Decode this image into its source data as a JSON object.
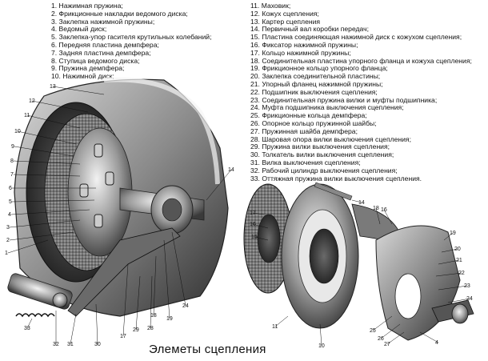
{
  "legend_left": [
    "1. Нажимная пружина;",
    "2. Фрикционные накладки ведомого диска;",
    "3. Заклепка нажимной пружины;",
    "4. Ведомый диск;",
    "5. Заклепка-упор гасителя крутильных колебаний;",
    "6. Передняя пластина демпфера;",
    "7. Задняя пластина демпфера;",
    "8. Ступица ведомого диска;",
    "9. Пружина демпфера;",
    "10. Нажимной диск;"
  ],
  "legend_right": [
    "11. Маховик;",
    "12. Кожух сцепления;",
    "13. Картер сцепления",
    "14. Первичный вал коробки передач;",
    "15. Пластина соединяющая нажимной диск с кожухом сцепления;",
    "16. Фиксатор нажимной пружины;",
    "17. Кольцо нажимной пружины;",
    "18. Соединительная пластина упорного фланца и кожуха сцепления;",
    "19. Фрикционное кольцо упорного фланца;",
    "20. Заклепка соединительной пластины;",
    "21. Упорный фланец нажимной пружины;",
    "22. Подшипник выключения сцепления;",
    "23. Соединительная пружина вилки и муфты подшипника;",
    "24. Муфта подшипника выключения сцепления;",
    "25. Фрикционные кольца демпфера;",
    "26. Опорное кольцо пружинной шайбы;",
    "27. Пружинная шайба демпфера;",
    "28. Шаровая опора вилки выключения сцепления;",
    "29. Пружина вилки выключения сцепления;",
    "30. Толкатель вилки выключения сцепления;",
    "31. Вилка выключения сцепления;",
    "32. Рабочий цилиндр выключения сцепления;",
    "33. Оттяжная пружина вилки выключения сцепления."
  ],
  "callouts": {
    "left_assembly": [
      "13",
      "12",
      "11",
      "10",
      "9",
      "8",
      "7",
      "6",
      "5",
      "4",
      "3",
      "2",
      "1",
      "14",
      "33",
      "32",
      "31",
      "30",
      "17",
      "29",
      "28",
      "18",
      "19",
      "24"
    ],
    "right_exploded": [
      "17",
      "16",
      "15",
      "14",
      "18",
      "19",
      "20",
      "21",
      "22",
      "23",
      "24",
      "25",
      "26",
      "27",
      "16",
      "11",
      "10",
      "4"
    ]
  },
  "caption": "Элеметы сцепления"
}
